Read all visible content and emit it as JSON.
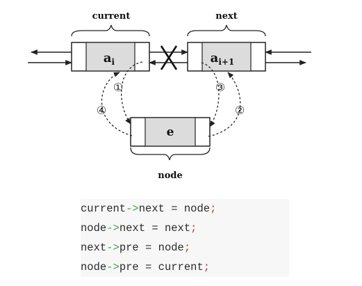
{
  "labels": {
    "current": "current",
    "next": "next",
    "node": "node"
  },
  "nodes": {
    "current": {
      "main": "a",
      "sub": "i"
    },
    "next": {
      "main": "a",
      "sub": "i+1"
    },
    "node": {
      "main": "e"
    }
  },
  "steps": [
    "①",
    "②",
    "③",
    "④"
  ],
  "code": [
    {
      "obj": "current",
      "op": "->",
      "rest": "next = node",
      "end": ";"
    },
    {
      "obj": "node",
      "op": "->",
      "rest": "next = next",
      "end": ";"
    },
    {
      "obj": "next",
      "op": "->",
      "rest": "pre = node",
      "end": ";"
    },
    {
      "obj": "node",
      "op": "->",
      "rest": "pre = current",
      "end": ";"
    }
  ],
  "colors": {
    "cell": "#dcdcdc",
    "stroke": "#222222",
    "op": "#3fa34d",
    "semi": "#c0392b"
  }
}
